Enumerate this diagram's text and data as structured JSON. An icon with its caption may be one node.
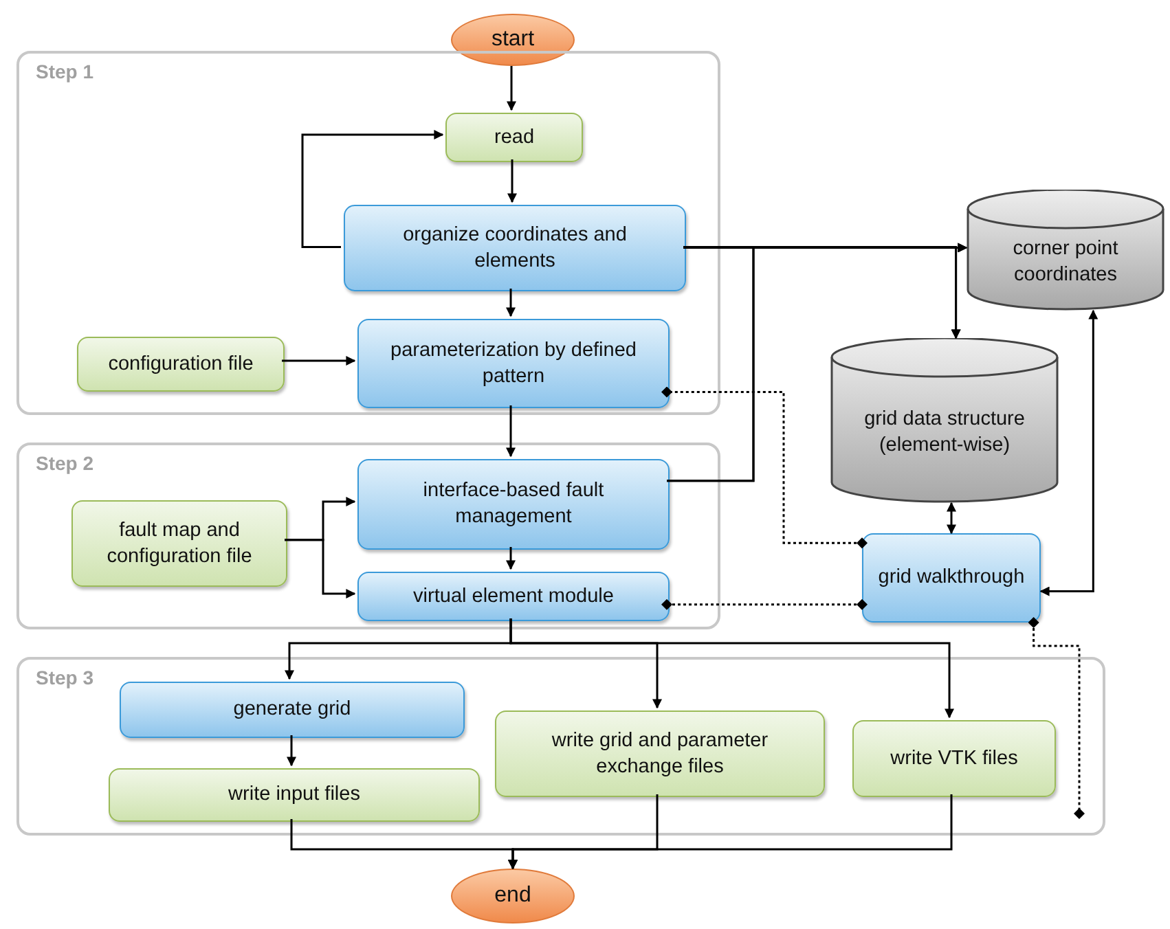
{
  "diagram": {
    "nodes": [
      {
        "text": [
          "start"
        ]
      },
      {
        "text": [
          "Step 1"
        ]
      },
      {
        "text": [
          "read"
        ],
        "in": 1
      },
      {
        "text": [
          "organize coordinates and elements"
        ],
        "in": 1
      },
      {
        "text": [
          "configuration file"
        ],
        "in": 1
      },
      {
        "text": [
          "parameterization by defined pattern"
        ],
        "in": 1
      },
      {
        "text": [
          "Step 2"
        ]
      },
      {
        "text": [
          "fault map and configuration file"
        ],
        "in": 6
      },
      {
        "text": [
          "interface-based fault management"
        ],
        "in": 6
      },
      {
        "text": [
          "virtual element module"
        ],
        "in": 6
      },
      {
        "text": [
          "corner point coordinates"
        ]
      },
      {
        "text": [
          "grid data structure (element-wise)"
        ]
      },
      {
        "text": [
          "grid walkthrough"
        ]
      },
      {
        "text": [
          "Step 3"
        ]
      },
      {
        "text": [
          "generate grid"
        ],
        "in": 13
      },
      {
        "text": [
          "write input files"
        ],
        "in": 13
      },
      {
        "text": [
          "write grid and parameter exchange files"
        ],
        "in": 13
      },
      {
        "text": [
          "write VTK files"
        ],
        "in": 13
      },
      {
        "text": [
          "end"
        ]
      }
    ],
    "edges": [
      {
        "from": 0,
        "to": 2,
        "arrow": "to"
      },
      {
        "from": 2,
        "to": 3,
        "arrow": "to"
      },
      {
        "from": 3,
        "to": 2,
        "arrow": "to"
      },
      {
        "from": 3,
        "to": 5,
        "arrow": "to"
      },
      {
        "from": 4,
        "to": 5,
        "arrow": "to"
      },
      {
        "from": 5,
        "to": 8,
        "arrow": "to"
      },
      {
        "from": 3,
        "to": 10,
        "arrow": "to"
      },
      {
        "from": 3,
        "to": 11,
        "arrow": "to"
      },
      {
        "from": 8,
        "to": 10,
        "arrow": "to"
      },
      {
        "from": 8,
        "to": 11,
        "arrow": "to"
      },
      {
        "from": 7,
        "to": 8,
        "arrow": "to"
      },
      {
        "from": 7,
        "to": 9,
        "arrow": "to"
      },
      {
        "from": 8,
        "to": 9,
        "arrow": "to"
      },
      {
        "from": 11,
        "to": 12,
        "arrow": "both"
      },
      {
        "from": 10,
        "to": 12,
        "arrow": "both"
      },
      {
        "from": 12,
        "to": 5,
        "arrow": "other",
        "style": "dashed"
      },
      {
        "from": 12,
        "to": 9,
        "arrow": "other",
        "style": "dashed"
      },
      {
        "from": 12,
        "to": 13,
        "arrow": "other",
        "style": "dashed"
      },
      {
        "from": 9,
        "to": 14,
        "arrow": "to"
      },
      {
        "from": 9,
        "to": 16,
        "arrow": "to"
      },
      {
        "from": 9,
        "to": 17,
        "arrow": "to"
      },
      {
        "from": 14,
        "to": 15,
        "arrow": "to"
      },
      {
        "from": 15,
        "to": 18,
        "arrow": "to"
      },
      {
        "from": 16,
        "to": 18,
        "arrow": "to"
      },
      {
        "from": 17,
        "to": 18,
        "arrow": "to"
      }
    ]
  }
}
